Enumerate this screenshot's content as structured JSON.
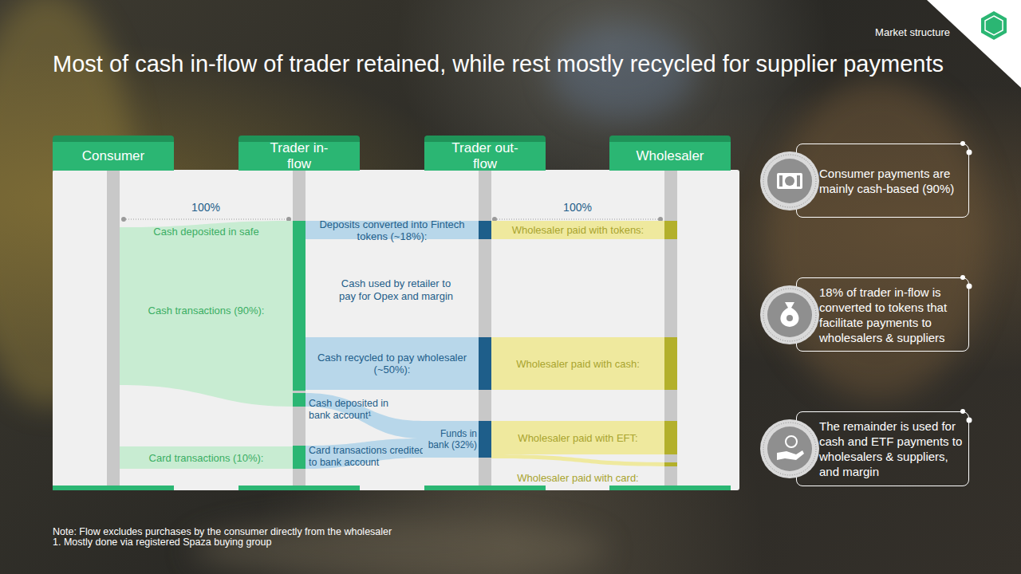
{
  "diagram": {
    "title": "Most of cash in-flow of trader retained, while rest mostly recycled for supplier payments",
    "nodes": [
      {
        "text": [
          "Consumer"
        ]
      },
      {
        "text": [
          "Trader in-flow"
        ]
      },
      {
        "text": [
          "Trader out-flow"
        ]
      },
      {
        "text": [
          "Wholesaler"
        ]
      },
      {
        "text": [
          "Cash deposited in safe",
          "Cash transactions (90%):"
        ]
      },
      {
        "text": [
          "Card transactions (10%):"
        ]
      },
      {
        "text": [
          "Deposits converted into Fintech tokens (~18%):"
        ]
      },
      {
        "text": [
          "Cash recycled to pay wholesaler (~50%):"
        ]
      },
      {
        "text": [
          "Cash deposited in bank account¹"
        ]
      },
      {
        "text": [
          "Card transactions credited to bank account"
        ]
      },
      {
        "text": [
          "Funds in bank (32%)"
        ]
      },
      {
        "text": [
          "Wholesaler paid with tokens:"
        ]
      },
      {
        "text": [
          "Wholesaler paid with cash:"
        ]
      },
      {
        "text": [
          "Wholesaler paid with EFT:"
        ]
      },
      {
        "text": [
          "Wholesaler paid with card:"
        ]
      },
      {
        "text": [
          "Consumer payments are mainly cash-based (90%)"
        ]
      },
      {
        "text": [
          "18% of trader in-flow is converted to tokens that facilitate payments to wholesalers & suppliers"
        ]
      },
      {
        "text": [
          "The remainder is used for cash and ETF payments to wholesalers & suppliers, and margin"
        ]
      }
    ],
    "edges": [
      {
        "from": 8,
        "to": 10,
        "arrow": "none"
      },
      {
        "from": 9,
        "to": 10,
        "arrow": "none"
      }
    ],
    "labels": [
      "Market structure",
      "100%",
      "100%",
      "Cash used by retailer to pay for Opex and margin",
      "Note: Flow excludes purchases by the consumer directly from the wholesaler",
      "1. Mostly done via registered Spaza buying group"
    ]
  }
}
